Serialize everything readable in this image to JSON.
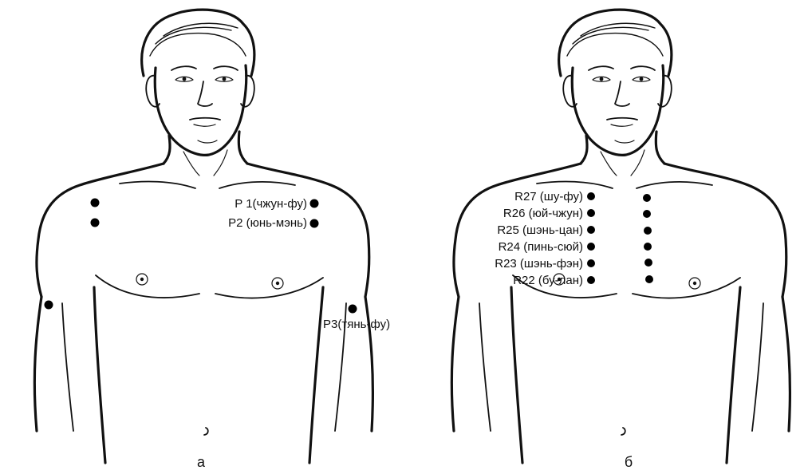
{
  "colors": {
    "ink": "#111111",
    "dot": "#000000",
    "background": "#ffffff"
  },
  "panels": [
    {
      "id": "a",
      "letter": "а",
      "points": [
        {
          "label": "P 1(чжун-фу)"
        },
        {
          "label": "P2  (юнь-мэнь)"
        },
        {
          "label": "P3(тянь-фу)"
        }
      ]
    },
    {
      "id": "b",
      "letter": "б",
      "points": [
        {
          "label": "R27 (шу-фу)"
        },
        {
          "label": "R26 (юй-чжун)"
        },
        {
          "label": "R25 (шэнь-цан)"
        },
        {
          "label": "R24 (пинь-сюй)"
        },
        {
          "label": "R23 (шэнь-фэн)"
        },
        {
          "label": "R22 (бу-лан)"
        }
      ]
    }
  ]
}
